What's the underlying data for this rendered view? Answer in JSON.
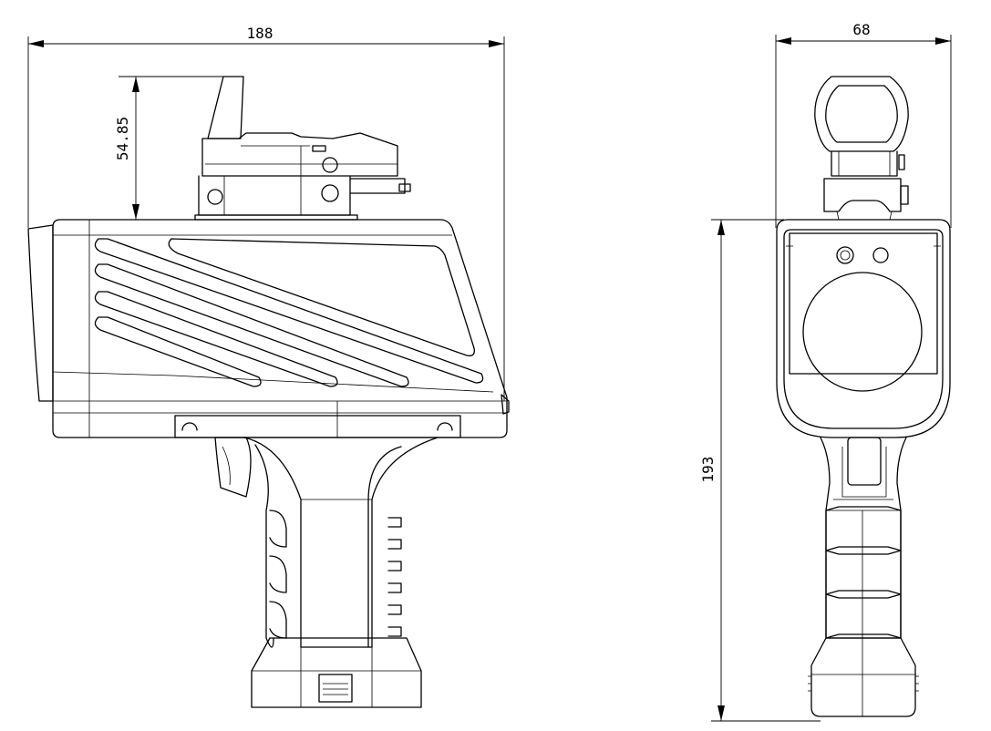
{
  "drawing": {
    "views": [
      "side-view",
      "front-view"
    ],
    "dimensions": {
      "side_total_length": "188",
      "side_top_height": "54.85",
      "front_width": "68",
      "front_height": "193"
    }
  }
}
